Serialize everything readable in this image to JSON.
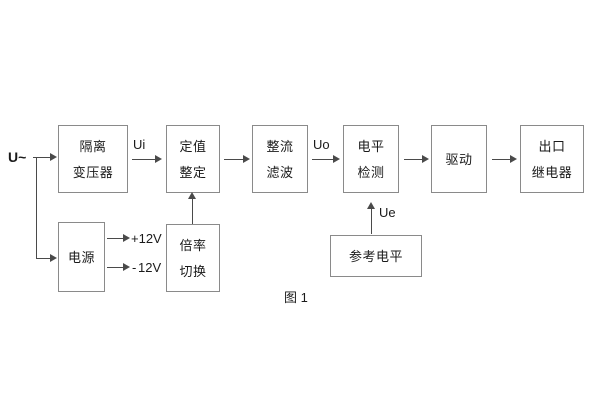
{
  "diagram": {
    "caption": "图 1",
    "input_label": "U~",
    "blocks": [
      {
        "id": "isolation-transformer",
        "lines": [
          "隔离",
          "变压器"
        ]
      },
      {
        "id": "setting-value",
        "lines": [
          "定值",
          "整定"
        ]
      },
      {
        "id": "rectify-filter",
        "lines": [
          "整流",
          "滤波"
        ]
      },
      {
        "id": "level-detect",
        "lines": [
          "电平",
          "检测"
        ]
      },
      {
        "id": "drive",
        "lines": [
          "驱动"
        ]
      },
      {
        "id": "output-relay",
        "lines": [
          "出口",
          "继电器"
        ]
      },
      {
        "id": "power-supply",
        "lines": [
          "电源"
        ]
      },
      {
        "id": "multiplier-switch",
        "lines": [
          "倍率",
          "切换"
        ]
      },
      {
        "id": "reference-level",
        "lines": [
          "参考电平"
        ]
      }
    ],
    "signal_labels": [
      {
        "id": "ui",
        "text": "Ui"
      },
      {
        "id": "uo",
        "text": "Uo"
      },
      {
        "id": "ue",
        "text": "Ue"
      }
    ],
    "rail_labels": [
      {
        "id": "positive-12v",
        "text": "+12V"
      },
      {
        "id": "negative-12v",
        "text": "12V",
        "sign": "-"
      }
    ],
    "colors": {
      "box_border": "#8a8a8a",
      "connector": "#4a4a4a",
      "text": "#1a1a1a",
      "background": "#ffffff"
    }
  }
}
